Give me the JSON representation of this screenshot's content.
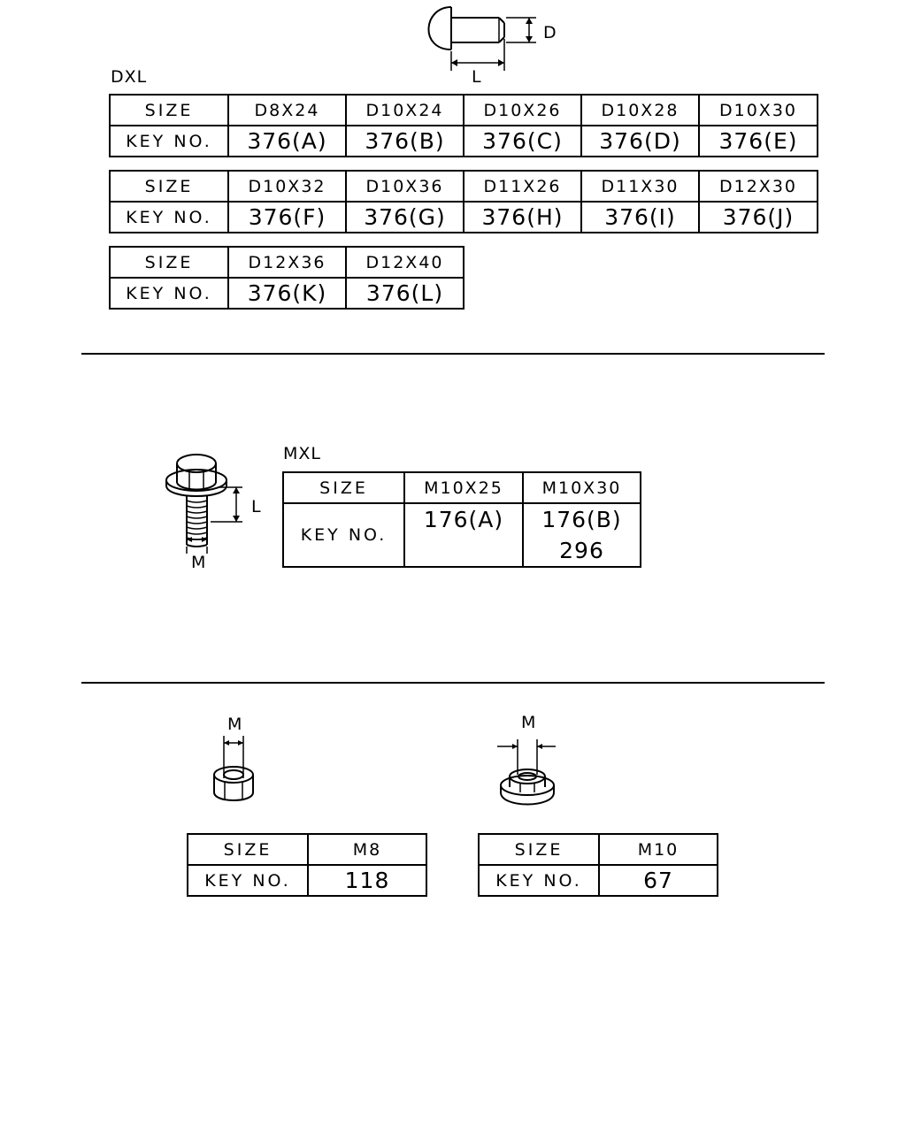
{
  "rivet": {
    "dim_d": "D",
    "dim_l": "L",
    "series_label": "DXL",
    "tables": [
      {
        "size_label": "SIZE",
        "key_label": "KEY NO.",
        "sizes": [
          "D8X24",
          "D10X24",
          "D10X26",
          "D10X28",
          "D10X30"
        ],
        "keys": [
          "376(A)",
          "376(B)",
          "376(C)",
          "376(D)",
          "376(E)"
        ]
      },
      {
        "size_label": "SIZE",
        "key_label": "KEY NO.",
        "sizes": [
          "D10X32",
          "D10X36",
          "D11X26",
          "D11X30",
          "D12X30"
        ],
        "keys": [
          "376(F)",
          "376(G)",
          "376(H)",
          "376(I)",
          "376(J)"
        ]
      },
      {
        "size_label": "SIZE",
        "key_label": "KEY NO.",
        "sizes": [
          "D12X36",
          "D12X40"
        ],
        "keys": [
          "376(K)",
          "376(L)"
        ]
      }
    ]
  },
  "bolt": {
    "dim_l": "L",
    "dim_m": "M",
    "series_label": "MXL",
    "table": {
      "size_label": "SIZE",
      "key_label": "KEY NO.",
      "sizes": [
        "M10X25",
        "M10X30"
      ],
      "keys": [
        [
          "176(A)"
        ],
        [
          "176(B)",
          "296"
        ]
      ]
    }
  },
  "nuts": [
    {
      "dim_m": "M",
      "size_label": "SIZE",
      "key_label": "KEY NO.",
      "size": "M8",
      "key": "118"
    },
    {
      "dim_m": "M",
      "size_label": "SIZE",
      "key_label": "KEY NO.",
      "size": "M10",
      "key": "67"
    }
  ]
}
